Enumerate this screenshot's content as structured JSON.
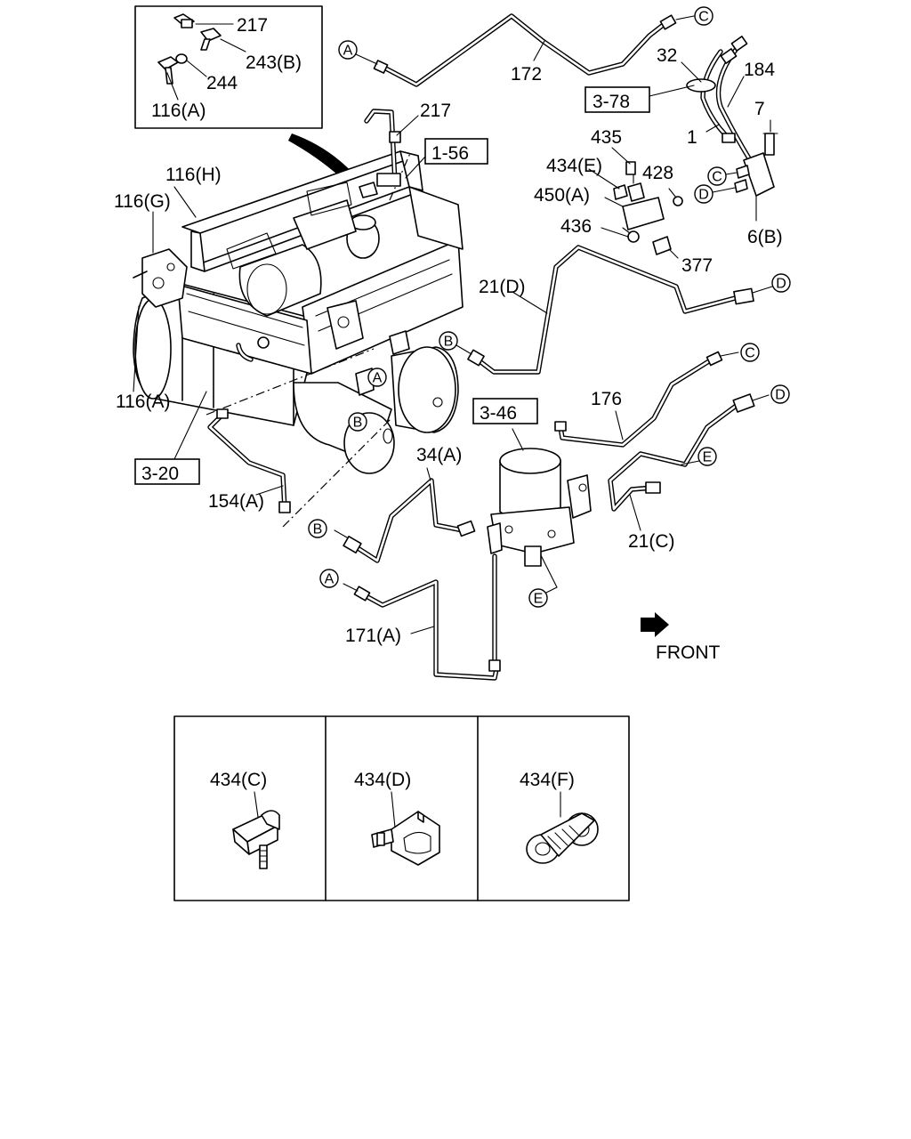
{
  "callouts": {
    "p217_inset": "217",
    "p243b": "243(B)",
    "p244": "244",
    "p116a_inset": "116(A)",
    "p172": "172",
    "p32": "32",
    "p184": "184",
    "p7": "7",
    "p1": "1",
    "p217": "217",
    "p116h": "116(H)",
    "p116g": "116(G)",
    "p116a": "116(A)",
    "p435": "435",
    "p434e": "434(E)",
    "p428": "428",
    "p450a": "450(A)",
    "p436": "436",
    "p377": "377",
    "p6b": "6(B)",
    "p21d": "21(D)",
    "p176": "176",
    "p34a": "34(A)",
    "p154a": "154(A)",
    "p21c": "21(C)",
    "p171a": "171(A)",
    "front": "FRONT"
  },
  "ref_boxes": {
    "r378": "3-78",
    "r156": "1-56",
    "r346": "3-46",
    "r320": "3-20"
  },
  "connectors": {
    "A": "A",
    "B": "B",
    "C": "C",
    "D": "D",
    "E": "E"
  },
  "detail_panels": [
    {
      "label": "434(C)"
    },
    {
      "label": "434(D)"
    },
    {
      "label": "434(F)"
    }
  ]
}
